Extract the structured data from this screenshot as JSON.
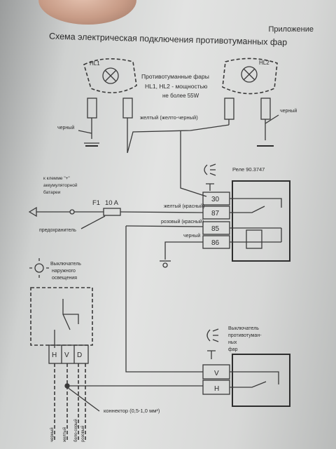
{
  "header": {
    "appendix": "Приложение",
    "title": "Схема электрическая подключения противотуманных фар"
  },
  "lamps": {
    "left_label": "HL1",
    "right_label": "HL2",
    "description_line1": "Противотуманные фары",
    "description_line2": "HL1, HL2 - мощностью",
    "description_line3": "не более 55W"
  },
  "wires": {
    "black_left": "черный",
    "black_right": "черный",
    "yellow_black": "желтый (желто-черный)",
    "yellow_red": "желтый (красный)",
    "pink_red": "розовый (красный)",
    "black_relay": "черный"
  },
  "relay": {
    "label": "Реле 90.3747",
    "terminals": [
      "30",
      "87",
      "85",
      "86"
    ]
  },
  "battery": {
    "line1": "к клемме \"+\"",
    "line2": "аккумуляторной",
    "line3": "батареи"
  },
  "fuse": {
    "name": "F1",
    "rating": "10 A",
    "label": "предохранитель"
  },
  "light_switch": {
    "line1": "Выключатель",
    "line2": "наружного",
    "line3": "освещения",
    "terminals": [
      "H",
      "V",
      "D"
    ]
  },
  "fog_switch": {
    "line1": "Выключатель",
    "line2": "противотуман-",
    "line3": "ных",
    "line4": "фар",
    "terminals": [
      "V",
      "H"
    ]
  },
  "connector": {
    "label": "коннектор (0,5-1,0 мм²)"
  },
  "bottom_wires": [
    "черный",
    "желтый",
    "бело-серый",
    "розовый"
  ]
}
